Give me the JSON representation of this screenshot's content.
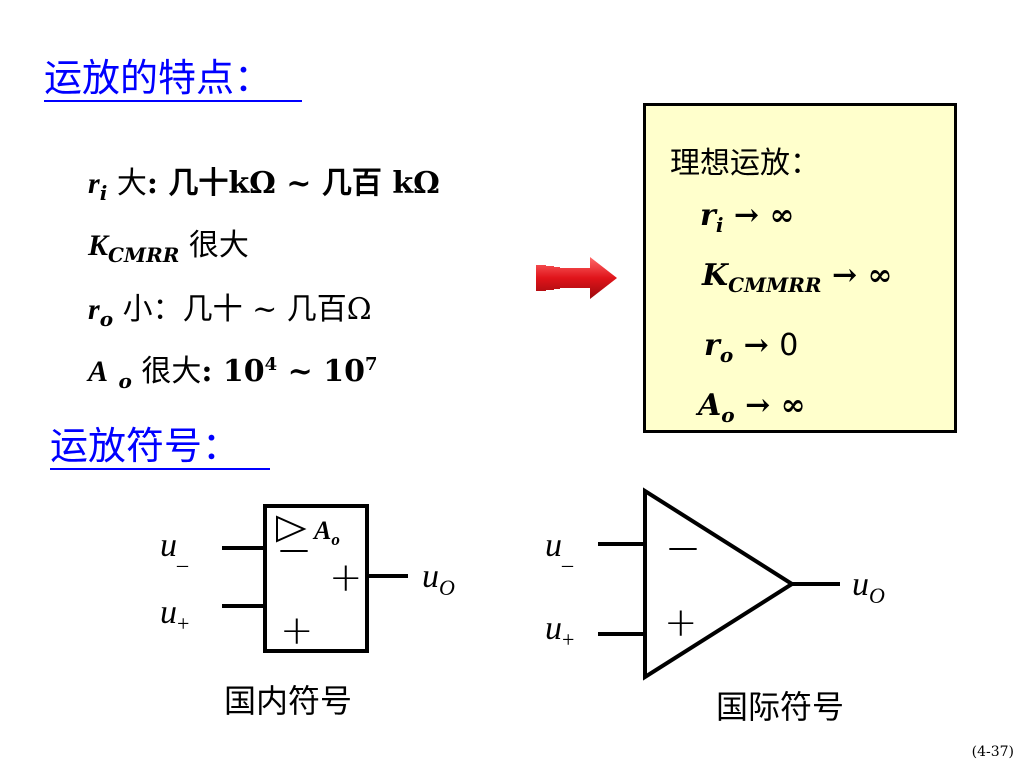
{
  "headings": {
    "features": "运放的特点：",
    "symbols": "运放符号："
  },
  "features": {
    "ri_var": "r",
    "ri_sub": "i",
    "ri_text_cn": " 大",
    "ri_text_rest": ": 几十kΩ ~ 几百 kΩ",
    "k_var": "K",
    "k_sub": "CMRR",
    "k_text": " 很大",
    "ro_var": "r",
    "ro_sub": "o",
    "ro_text": " 小：几十 ~ 几百Ω",
    "a_var": "A",
    "a_sub": "o",
    "a_text_cn": " 很大",
    "a_text_rest": ": 10",
    "a_exp1": "4",
    "a_mid": " ~  10",
    "a_exp2": "7"
  },
  "ideal": {
    "title": "理想运放：",
    "ri_var": "r",
    "ri_sub": "i",
    "ri_value": "  →  ∞",
    "k_var": "K",
    "k_sub": "CMMRR",
    "k_value": " → ∞",
    "ro_var": "r",
    "ro_sub": "o",
    "ro_arrow": " →  ",
    "ro_value": "0",
    "a_var": "A",
    "a_sub": "o",
    "a_value": " →  ∞"
  },
  "domestic_symbol": {
    "inv_var": "u",
    "inv_sub": "_",
    "noninv_var": "u",
    "noninv_sub": "+",
    "gain_var": "A",
    "gain_sub": "o",
    "minus": "—",
    "plus_out": "+",
    "plus_in": "+",
    "out_var": "u",
    "out_sub": "O",
    "caption": "国内符号"
  },
  "international_symbol": {
    "inv_var": "u",
    "inv_sub": "_",
    "noninv_var": "u",
    "noninv_sub": "+",
    "minus": "—",
    "plus": "+",
    "out_var": "u",
    "out_sub": "O",
    "caption": "国际符号"
  },
  "page_number": "(4-37)",
  "colors": {
    "heading": "#0000ff",
    "box_fill": "#ffffcc",
    "arrow": "#e0141a"
  }
}
